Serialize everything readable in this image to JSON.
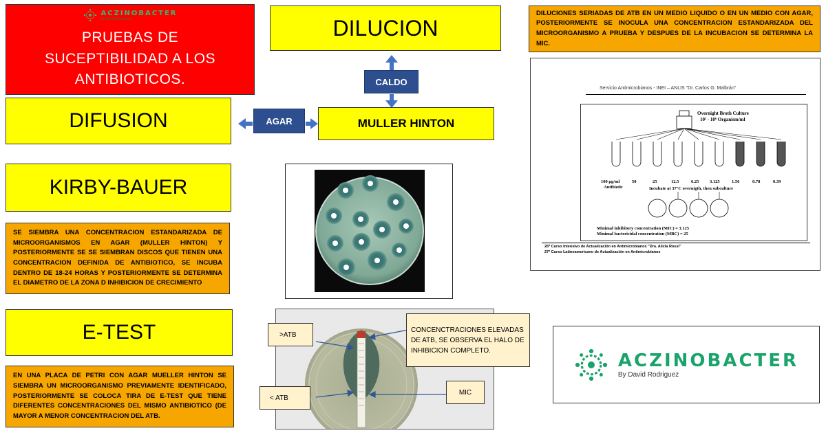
{
  "header": {
    "logo_brand": "ACZINOBACTER",
    "logo_sub": "By David Rodriguez",
    "title": "PRUEBAS DE SUCEPTIBILIDAD A LOS ANTIBIOTICOS."
  },
  "diagram": {
    "dilucion": "DILUCION",
    "difusion": "DIFUSION",
    "caldo": "CALDO",
    "agar": "AGAR",
    "muller": "MULLER HINTON",
    "kirby": "KIRBY-BAUER",
    "etest": "E-TEST"
  },
  "descriptions": {
    "dilucion": "DILUCIONES SERIADAS DE ATB EN UN MEDIO LIQUIDO O EN UN MEDIO CON AGAR, POSTERIORMENTE SE INOCULA UNA CONCENTRACION ESTANDARIZADA DEL MICROORGANISMO A PRUEBA Y DESPUES DE LA INCUBACION SE DETERMINA LA MIC.",
    "kirby": "SE SIEMBRA UNA CONCENTRACION ESTANDARIZADA DE MICROORGANISMOS EN AGAR (MULLER HINTON) Y POSTERIORMENTE SE SE SIEMBRAN DISCOS QUE TIENEN UNA CONCENTRACION DEFINIDA DE ANTIBIOTICO, SE INCUBA DENTRO DE 18-24 HORAS Y POSTERIORMENTE SE DETERMINA EL DIAMETRO DE LA ZONA D INHIBICION DE CRECIMIENTO",
    "etest": "EN UNA PLACA DE PETRI CON AGAR MUELLER HINTON SE SIEMBRA UN MICROORGANISMO PREVIAMENTE IDENTIFICADO, POSTERIORMENTE SE COLOCA TIRA DE E-TEST QUE TIENE DIFERENTES CONCENTRACIONES DEL MISMO ANTIBIOTICO (DE MAYOR A MENOR CONCENTRACION DEL ATB."
  },
  "mic_figure": {
    "header": "Servicio Antimicrobianos  - INEI – ANLIS \"Dr. Carlos G. Malbrán\"",
    "culture_title": "Overnight Broth Culture",
    "culture_sub": "10⁵ - 10⁶ Organism/ml",
    "concentrations": [
      "50",
      "25",
      "12.5",
      "6.25",
      "3.125",
      "1.56",
      "0.78",
      "0.39"
    ],
    "first_conc": "100 μg/ml",
    "antibiotic_label": "Antibiotic",
    "incubate_label": "Incubate at 37°C overnigth, then subculture",
    "mic_result": "Minimal inhibitory concentration (MIC) = 3.125",
    "mbc_result": "Minimal bactericidal concentration (MBC) = 25",
    "footer1": "26º Curso Intensivo de Actualización en Antimicrobianos \"Dra. Alicia Rossi\"",
    "footer2": "27º Curso Latinoamericano de Actualización en Antimicrobianos"
  },
  "etest_figure": {
    "label_high": ">ATB",
    "label_low": "< ATB",
    "label_mic": "MIC",
    "callout": "CONCENCTRACIONES ELEVADAS DE ATB, SE OBSERVA EL HALO DE INHIBICION COMPLETO."
  },
  "colors": {
    "yellow": "#ffff00",
    "orange": "#f7a600",
    "red": "#ff0000",
    "blue": "#2e4f8f",
    "brand_green": "#1aa36a"
  },
  "icons": [
    "bacteria-logo-icon",
    "arrow-up-icon",
    "arrow-down-icon",
    "arrow-left-icon",
    "arrow-right-icon"
  ]
}
